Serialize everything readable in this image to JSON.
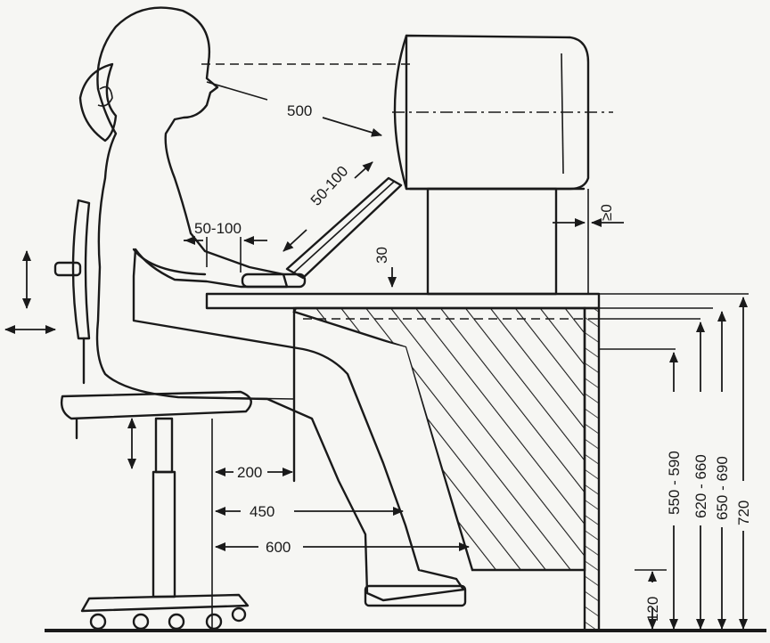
{
  "dimensions": {
    "eye_to_screen": "500",
    "screen_tilt_dist": "50-100",
    "elbow_to_keyboard": "50-100",
    "keyboard_height": "30",
    "screen_gap": "≥0",
    "seat_to_desk_edge": "200",
    "knee_clearance": "450",
    "foot_clearance": "600",
    "footrest_height": "120",
    "h1": "550 - 590",
    "h2": "620 - 660",
    "h3": "650 - 690",
    "h4": "720"
  }
}
